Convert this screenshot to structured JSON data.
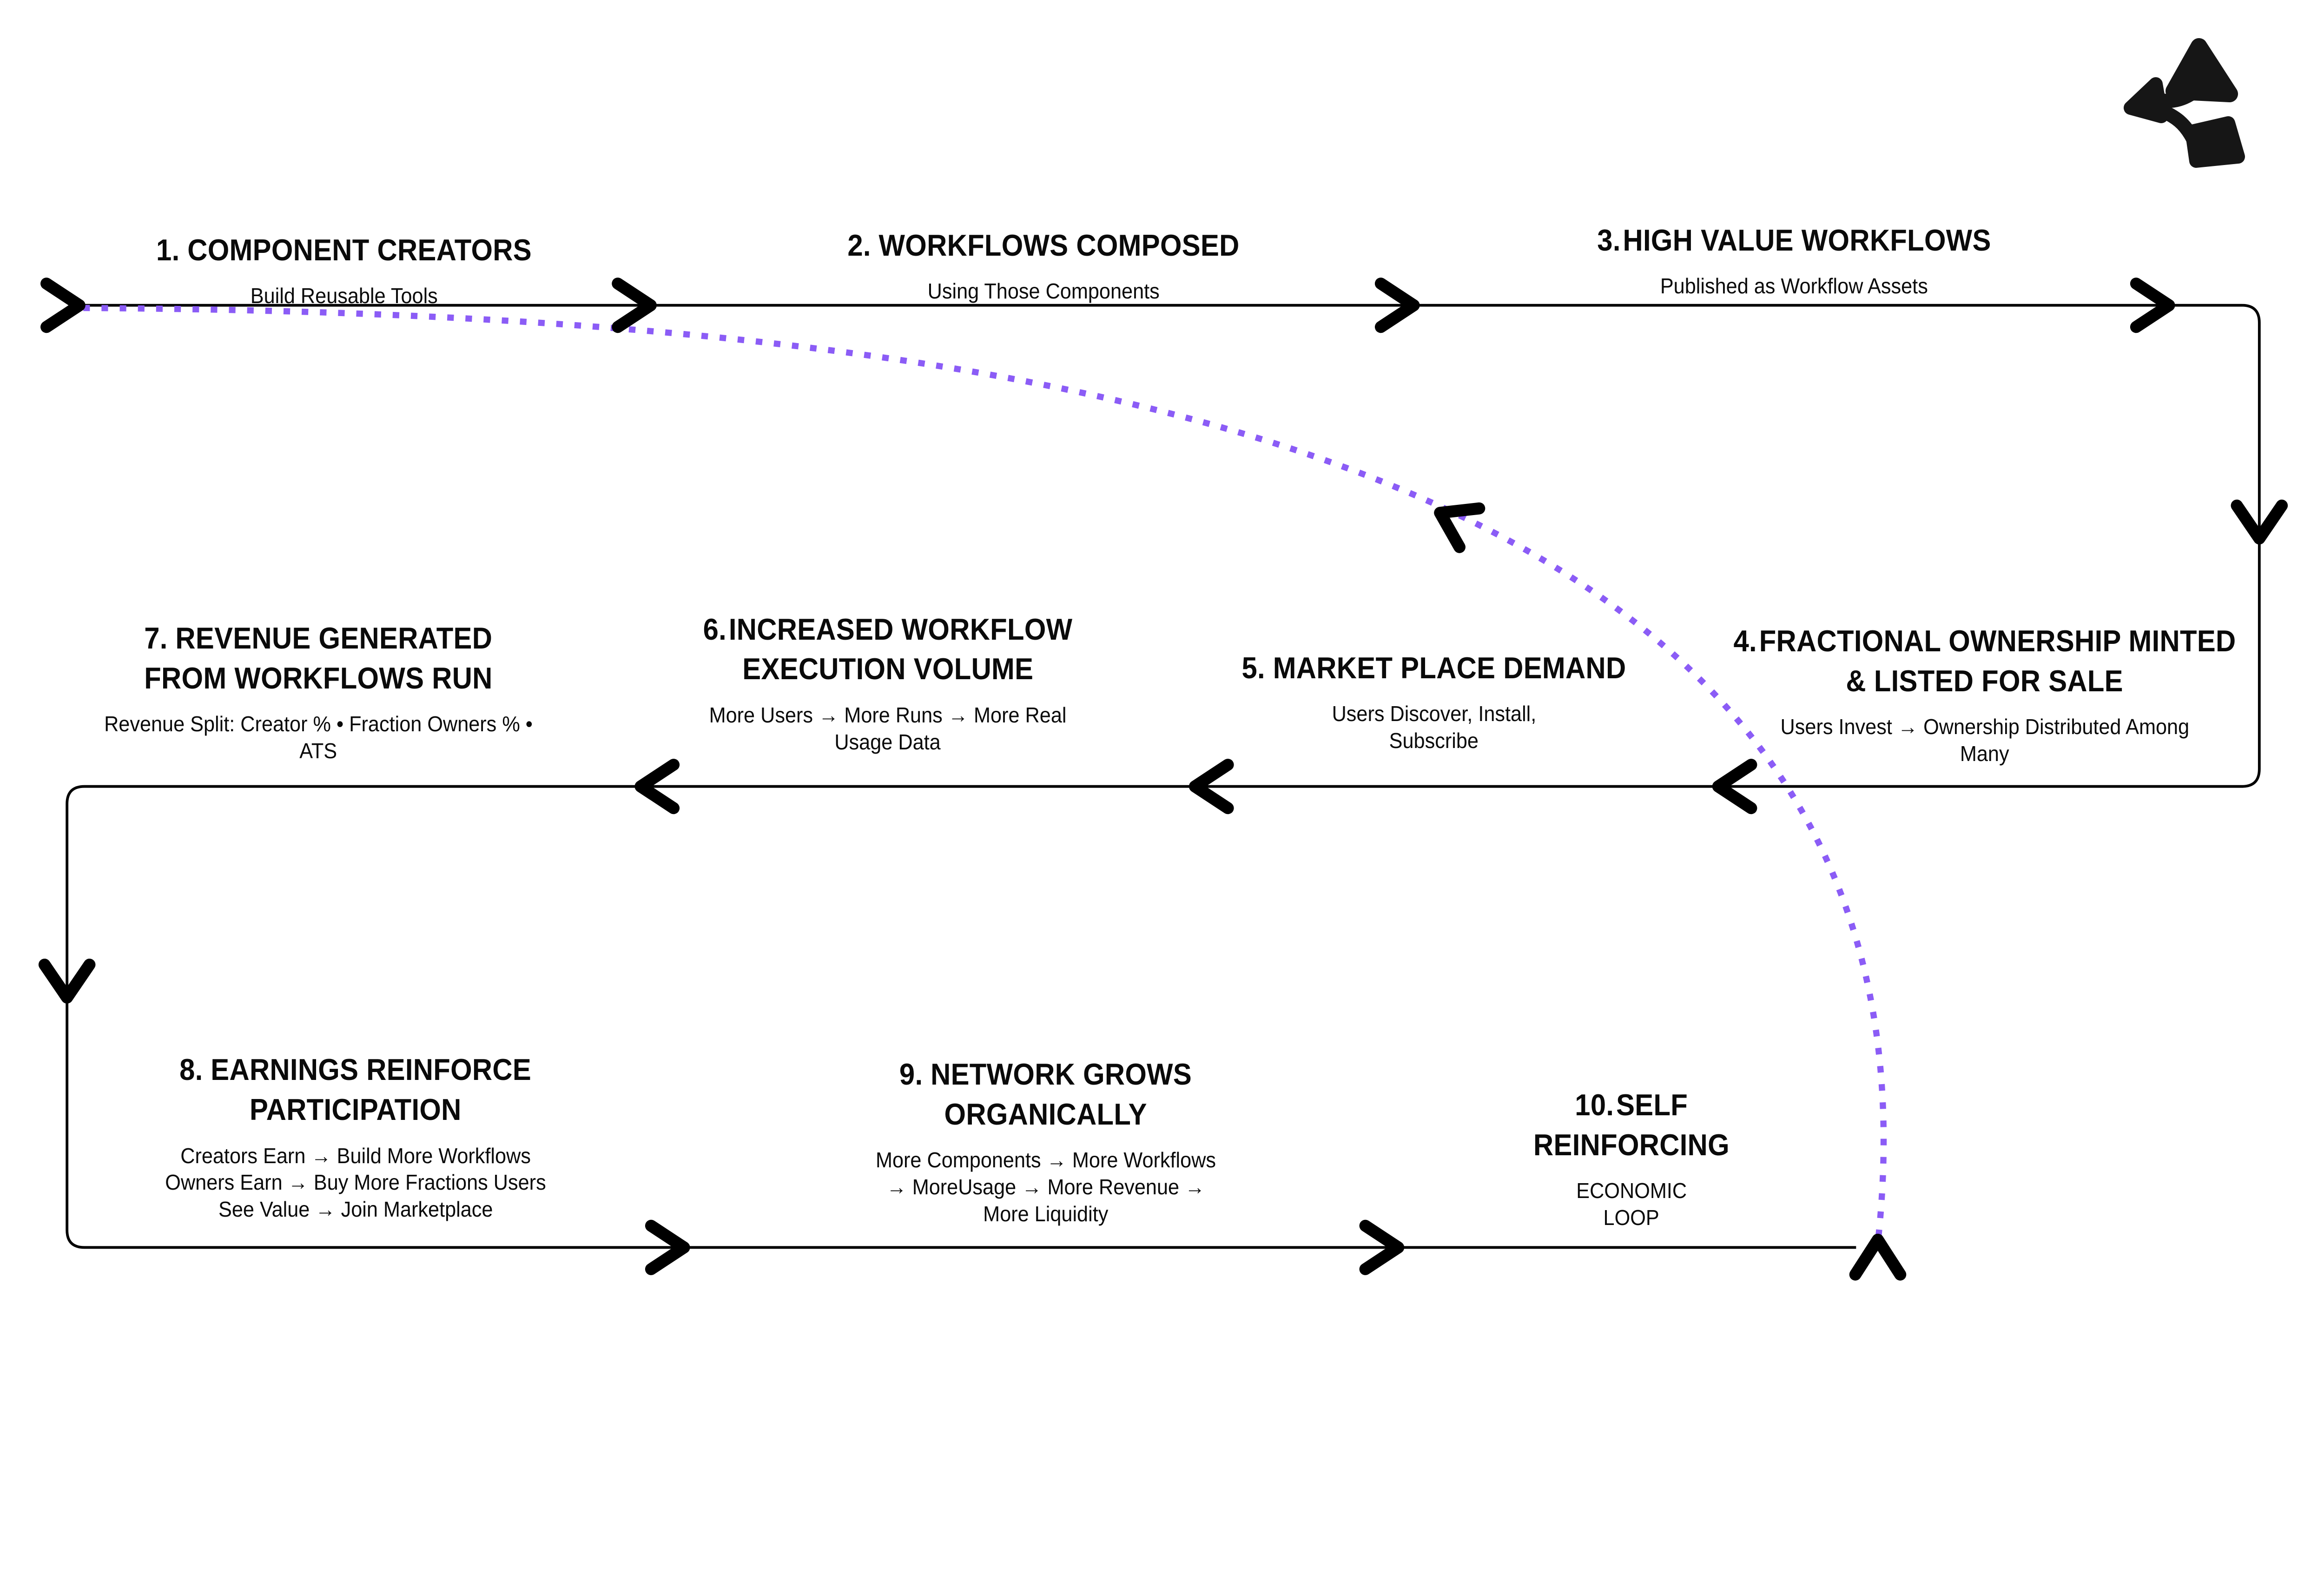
{
  "page": {
    "background": "#ffffff"
  },
  "colors": {
    "line_black": "#000000",
    "text_black": "#0a0a0a",
    "loop_purple": "#8B5CF6"
  },
  "logo": {
    "icon": "network-share-logo-icon"
  },
  "steps": [
    {
      "number": "1.",
      "title_lines": [
        "COMPONENT CREATORS"
      ],
      "subtitle_lines": [
        "Build Reusable Tools"
      ]
    },
    {
      "number": "2.",
      "title_lines": [
        "WORKFLOWS COMPOSED"
      ],
      "subtitle_lines": [
        "Using Those Components"
      ]
    },
    {
      "number": "3.",
      "title_lines": [
        "HIGH VALUE WORKFLOWS"
      ],
      "subtitle_lines": [
        "Published as Workflow Assets"
      ]
    },
    {
      "number": "4.",
      "title_lines": [
        "FRACTIONAL OWNERSHIP MINTED",
        "& LISTED FOR SALE"
      ],
      "subtitle_lines": [
        "Users Invest → Ownership Distributed Among",
        "Many"
      ]
    },
    {
      "number": "5.",
      "title_lines": [
        "MARKET PLACE DEMAND"
      ],
      "subtitle_lines": [
        "Users Discover, Install,",
        "Subscribe"
      ]
    },
    {
      "number": "6.",
      "title_lines": [
        "INCREASED WORKFLOW",
        "EXECUTION VOLUME"
      ],
      "subtitle_lines": [
        "More Users → More Runs → More Real",
        "Usage Data"
      ]
    },
    {
      "number": "7.",
      "title_lines": [
        "REVENUE GENERATED",
        "FROM WORKFLOWS RUN"
      ],
      "subtitle_lines": [
        "Revenue Split: Creator % • Fraction Owners % •",
        "ATS"
      ]
    },
    {
      "number": "8.",
      "title_lines": [
        "EARNINGS REINFORCE",
        "PARTICIPATION"
      ],
      "subtitle_lines": [
        "Creators Earn → Build More Workflows",
        "Owners Earn → Buy More Fractions Users",
        "See Value → Join Marketplace"
      ]
    },
    {
      "number": "9.",
      "title_lines": [
        "NETWORK GROWS",
        "ORGANICALLY"
      ],
      "subtitle_lines": [
        "More Components → More Workflows",
        "→ MoreUsage → More Revenue →",
        "More Liquidity"
      ]
    },
    {
      "number": "10.",
      "title_lines": [
        "SELF",
        "REINFORCING"
      ],
      "subtitle_lines": [
        "ECONOMIC",
        "LOOP"
      ]
    }
  ]
}
